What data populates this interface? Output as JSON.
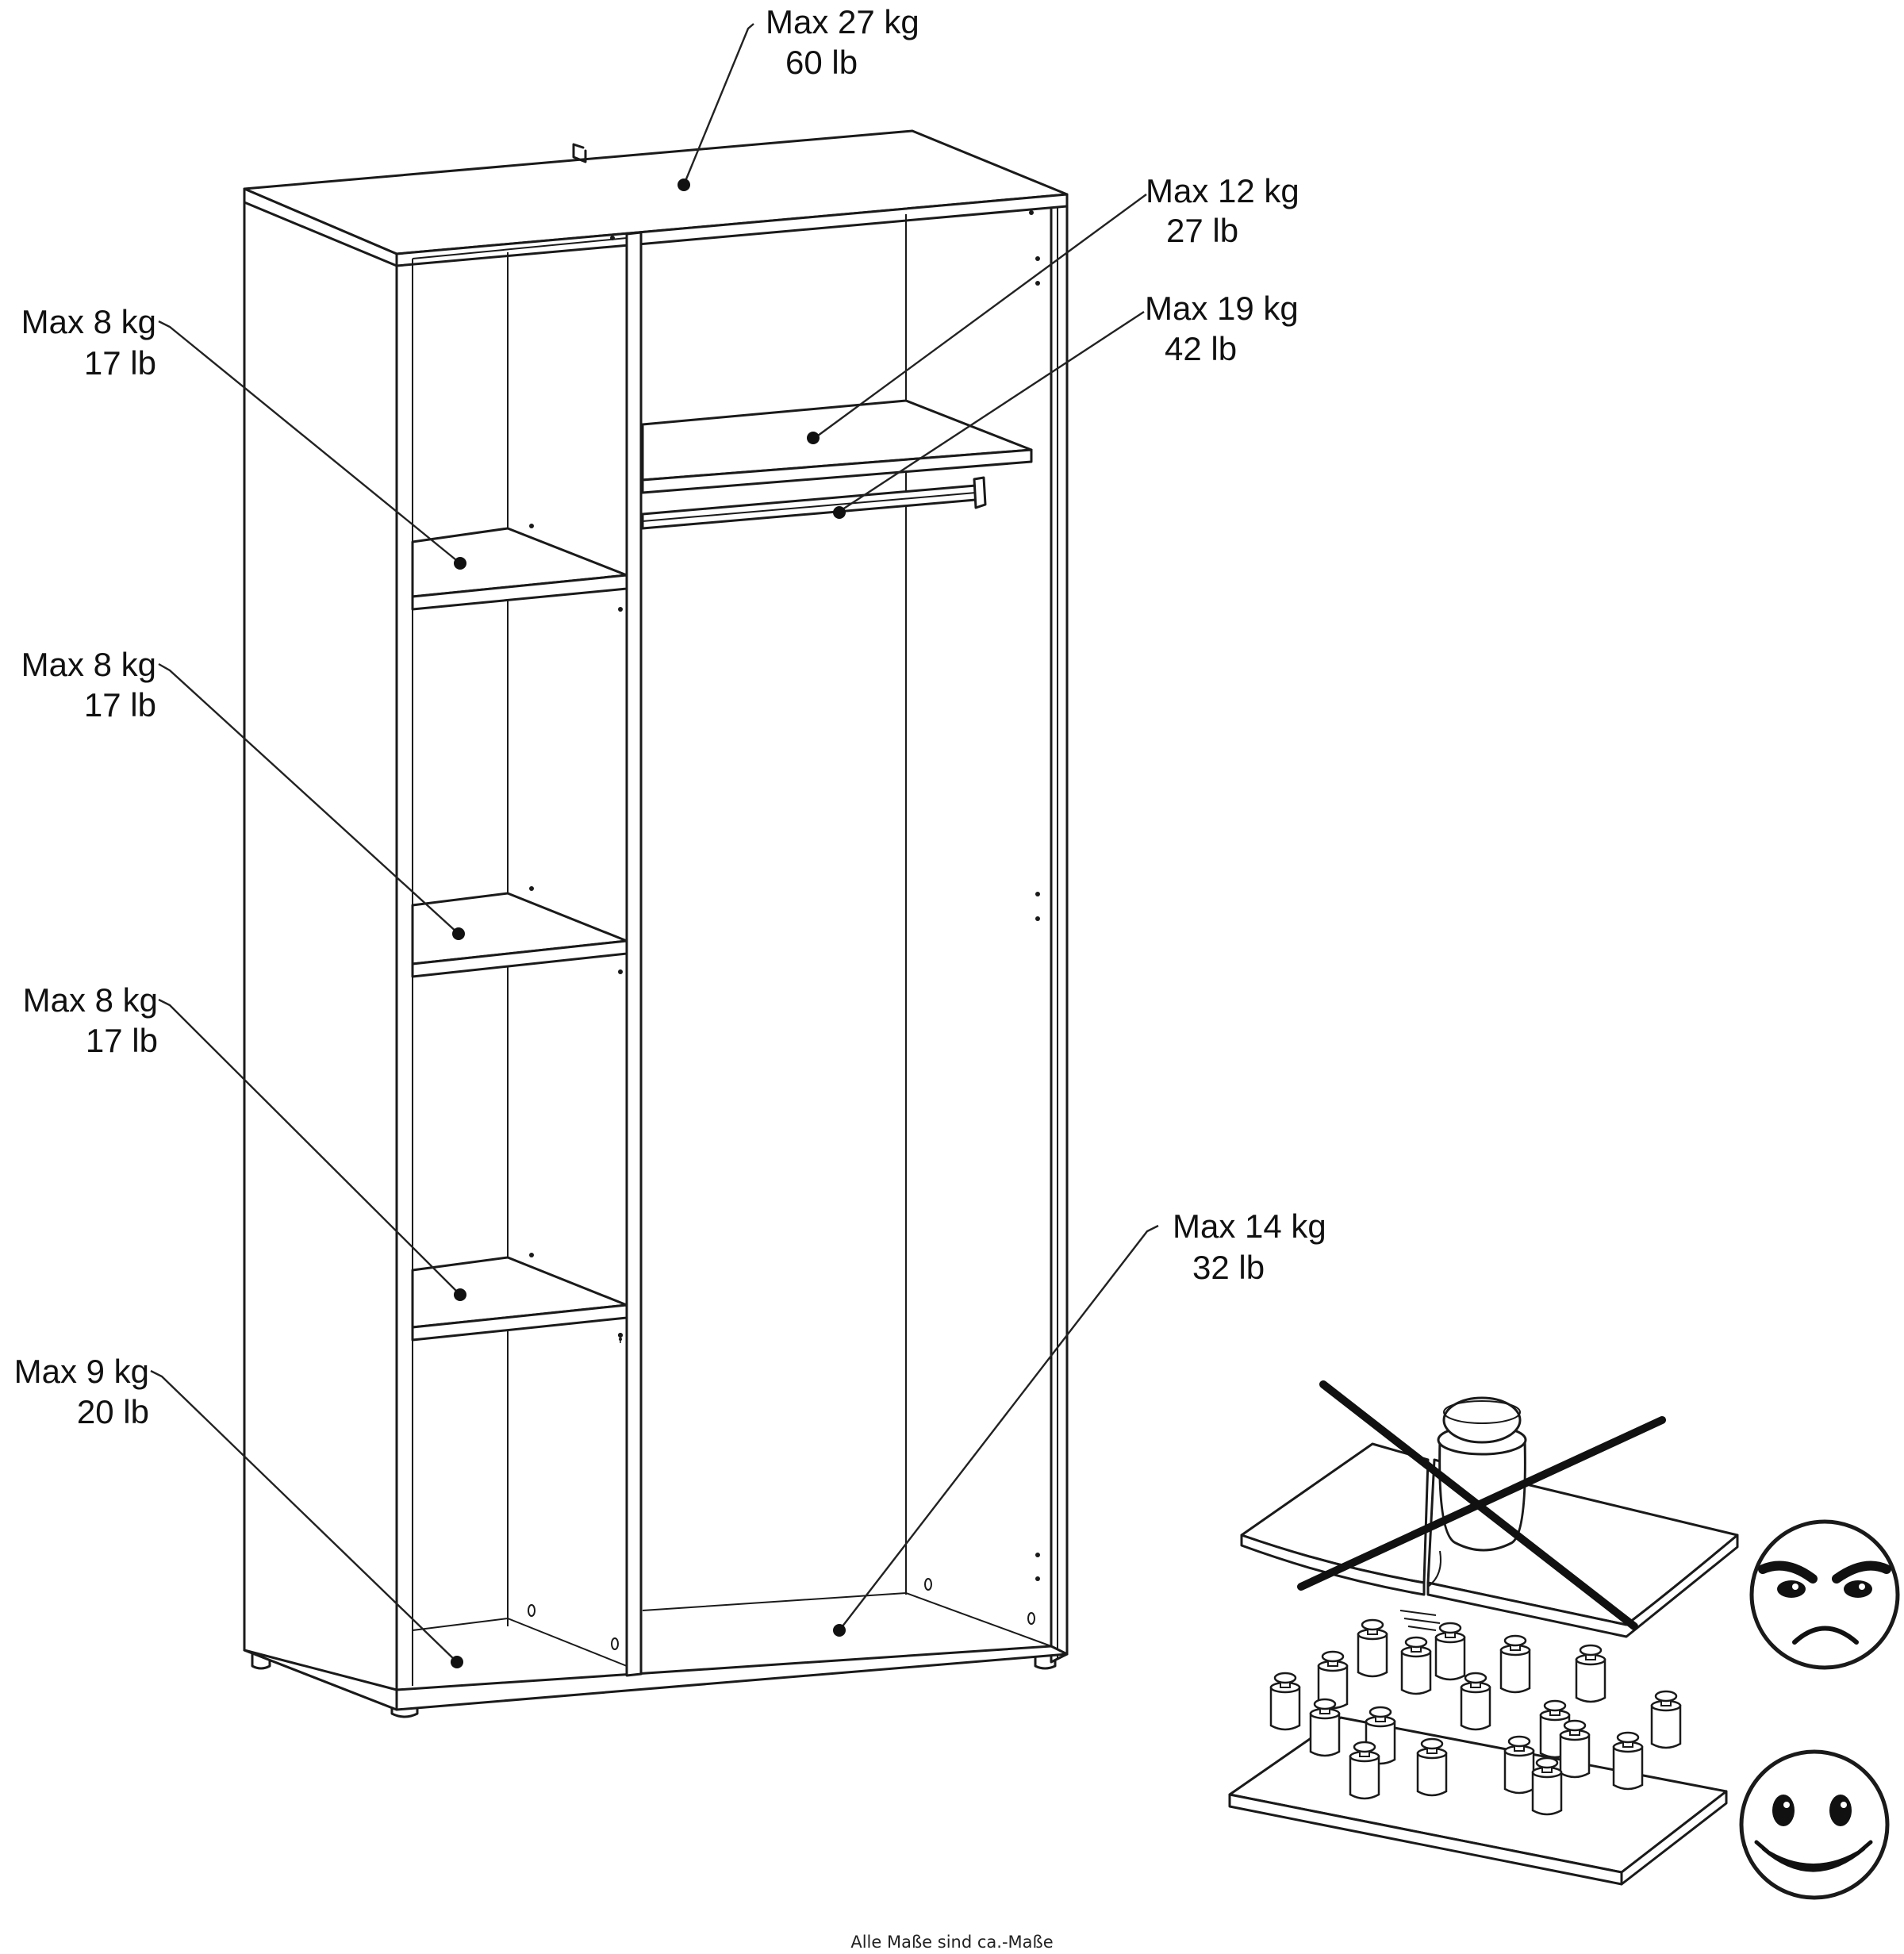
{
  "labels": {
    "top": {
      "kg": "Max 27 kg",
      "lb": "60 lb"
    },
    "upper_shelf": {
      "kg": "Max 12 kg",
      "lb": "27 lb"
    },
    "rail": {
      "kg": "Max 19 kg",
      "lb": "42 lb"
    },
    "shelf_1": {
      "kg": "Max 8 kg",
      "lb": "17 lb"
    },
    "shelf_2": {
      "kg": "Max 8 kg",
      "lb": "17 lb"
    },
    "shelf_3": {
      "kg": "Max 8 kg",
      "lb": "17 lb"
    },
    "base_left": {
      "kg": "Max 9 kg",
      "lb": "20 lb"
    },
    "base_right": {
      "kg": "Max 14 kg",
      "lb": "32 lb"
    }
  },
  "footer": "Alle Maße sind ca.-Maße",
  "icons": {
    "wrong": "concentrated-load-bending-shelf-icon",
    "right": "distributed-load-shelf-icon",
    "angry": "angry-face-icon",
    "happy": "happy-face-icon"
  }
}
